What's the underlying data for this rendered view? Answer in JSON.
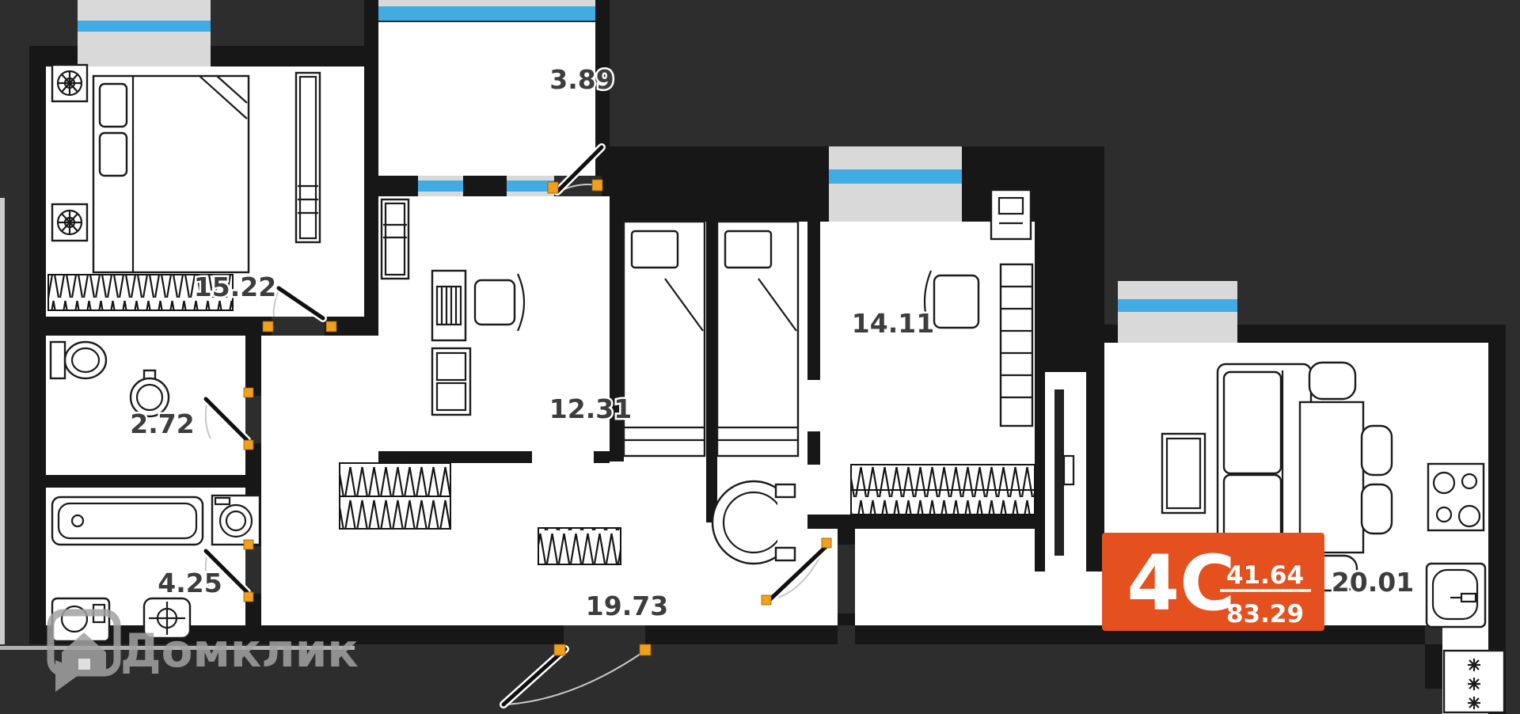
{
  "plan": {
    "badge": {
      "type_label": "4С",
      "area_top": "41.64",
      "area_bottom": "83.29"
    },
    "watermark": {
      "text": "Домклик"
    },
    "rooms": [
      {
        "name": "bedroom",
        "area": "15.22"
      },
      {
        "name": "balcony",
        "area": "3.89"
      },
      {
        "name": "room-second",
        "area": "12.31"
      },
      {
        "name": "room-third",
        "area": "14.11"
      },
      {
        "name": "wc",
        "area": "2.72"
      },
      {
        "name": "bathroom",
        "area": "4.25"
      },
      {
        "name": "hallway",
        "area": "19.73"
      },
      {
        "name": "kitchen-living",
        "area": "20.01"
      }
    ],
    "colors": {
      "background": "#2d2d2d",
      "wall": "#171717",
      "floor": "#ffffff",
      "window_glass": "#41ace4",
      "window_sill": "#d9d9d9",
      "door_hinge": "#f1a01e",
      "badge_bg": "#e4511e",
      "badge_text": "#ffffff",
      "label_text": "#3d3d3d",
      "watermark": "#a2a2a2"
    }
  }
}
